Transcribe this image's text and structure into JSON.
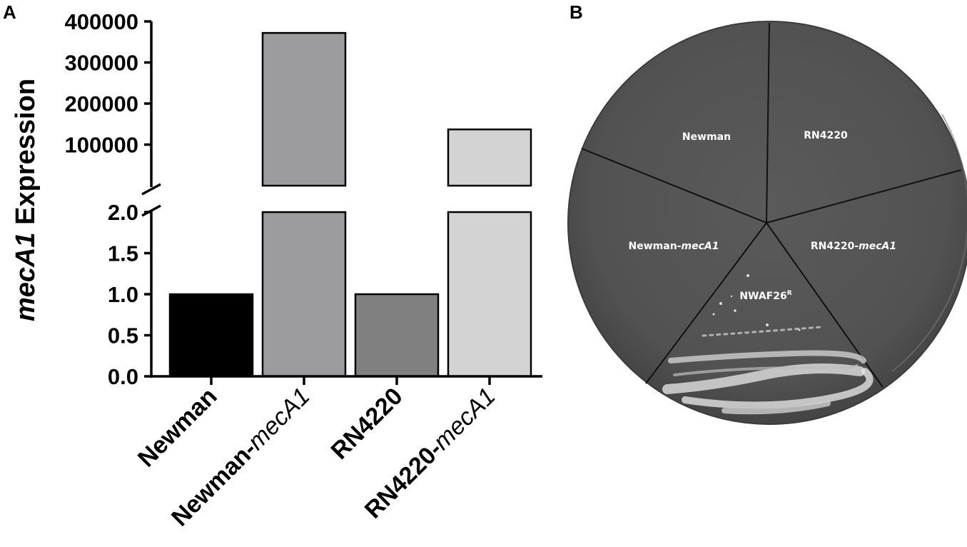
{
  "panels": {
    "a_label": "A",
    "b_label": "B"
  },
  "chart_data": {
    "type": "bar",
    "categories": [
      "Newman",
      "Newman-mecA1",
      "RN4220",
      "RN4220-mecA1"
    ],
    "category_labels": [
      {
        "plain": "Newman",
        "italic": ""
      },
      {
        "plain": "Newman-",
        "italic": "mecA1"
      },
      {
        "plain": "RN4220",
        "italic": ""
      },
      {
        "plain": "RN4220-",
        "italic": "mecA1"
      }
    ],
    "values": [
      1.0,
      372000,
      1.0,
      137000
    ],
    "bar_colors": [
      "#000000",
      "#9c9c9f",
      "#808080",
      "#d3d3d3"
    ],
    "ylabel": {
      "italic": "mecA1",
      "plain": " Expression"
    },
    "xlabel": "",
    "axis_break": true,
    "lower_segment": {
      "ylim": [
        0,
        2.0
      ],
      "ticks": [
        "0.0",
        "0.5",
        "1.0",
        "1.5",
        "2.0"
      ],
      "tick_values": [
        0,
        0.5,
        1.0,
        1.5,
        2.0
      ]
    },
    "upper_segment": {
      "ylim": [
        0,
        400000
      ],
      "ticks": [
        "100000",
        "200000",
        "300000",
        "400000"
      ],
      "tick_values": [
        100000,
        200000,
        300000,
        400000
      ]
    },
    "grid": false,
    "legend": "none"
  },
  "plate": {
    "sectors": [
      {
        "plain": "Newman",
        "italic": "",
        "sup": ""
      },
      {
        "plain": "RN4220",
        "italic": "",
        "sup": ""
      },
      {
        "plain": "Newman-",
        "italic": "mecA1",
        "sup": ""
      },
      {
        "plain": "RN4220-",
        "italic": "mecA1",
        "sup": ""
      },
      {
        "plain": "NWAF26",
        "italic": "",
        "sup": "R"
      }
    ]
  }
}
